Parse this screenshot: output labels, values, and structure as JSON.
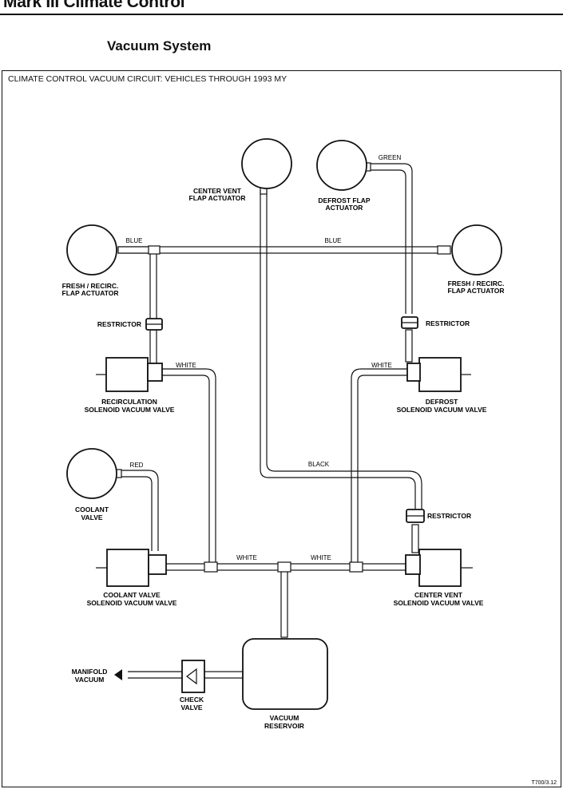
{
  "header": {
    "chapter_title": "Mark III Climate Control",
    "section_title": "Vacuum System"
  },
  "diagram": {
    "title": "CLIMATE CONTROL VACUUM CIRCUIT: VEHICLES THROUGH 1993 MY",
    "figure_code": "T700/3.12",
    "components": {
      "center_vent_flap": [
        "CENTER VENT",
        "FLAP ACTUATOR"
      ],
      "defrost_flap": [
        "DEFROST FLAP",
        "ACTUATOR"
      ],
      "fresh_recirc_left": [
        "FRESH / RECIRC.",
        "FLAP ACTUATOR"
      ],
      "fresh_recirc_right": [
        "FRESH / RECIRC.",
        "FLAP ACTUATOR"
      ],
      "restrictor_left": "RESTRICTOR",
      "restrictor_right": "RESTRICTOR",
      "restrictor_center": "RESTRICTOR",
      "recirc_valve": [
        "RECIRCULATION",
        "SOLENOID VACUUM VALVE"
      ],
      "defrost_valve": [
        "DEFROST",
        "SOLENOID VACUUM VALVE"
      ],
      "coolant_valve": [
        "COOLANT",
        "VALVE"
      ],
      "coolant_solenoid": [
        "COOLANT VALVE",
        "SOLENOID VACUUM VALVE"
      ],
      "center_vent_solenoid": [
        "CENTER VENT",
        "SOLENOID VACUUM VALVE"
      ],
      "manifold_vacuum": [
        "MANIFOLD",
        "VACUUM"
      ],
      "check_valve": [
        "CHECK",
        "VALVE"
      ],
      "vacuum_reservoir": [
        "VACUUM",
        "RESERVOIR"
      ]
    },
    "hose_labels": {
      "green": "GREEN",
      "blue_left": "BLUE",
      "blue_main": "BLUE",
      "white_recirc": "WHITE",
      "white_defrost": "WHITE",
      "red": "RED",
      "black": "BLACK",
      "white_bottom_left": "WHITE",
      "white_bottom_right": "WHITE"
    }
  }
}
